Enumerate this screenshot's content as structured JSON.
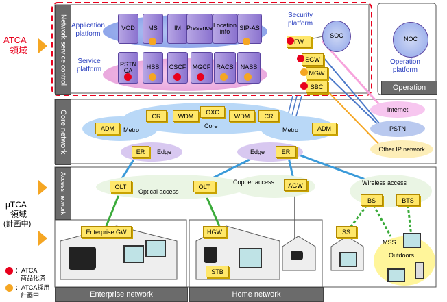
{
  "left_labels": {
    "atca_title": "ATCA",
    "atca_sub": "領域",
    "utca_title": "μTCA",
    "utca_sub1": "領域",
    "utca_sub2": "(計画中)"
  },
  "legend": {
    "red_label_1": "：ATCA",
    "red_label_2": "商品化済",
    "orange_label_1": "：ATCA採用",
    "orange_label_2": "計画中",
    "red_color": "#e8001c",
    "orange_color": "#f5a623"
  },
  "sections": {
    "network_service_control": "Network service control",
    "core_network": "Core network",
    "access_network": "Access network",
    "operation": "Operation",
    "enterprise_network": "Enterprise network",
    "home_network": "Home network"
  },
  "platforms": {
    "application": "Application\nplatform",
    "service": "Service\nplatform",
    "security": "Security\nplatform",
    "operation_platform": "Operation\nplatform"
  },
  "app_nodes": [
    "VOD",
    "MS",
    "IM",
    "Presence",
    "Location\ninfo",
    "SIP-AS"
  ],
  "service_nodes": [
    "PSTN\nCA",
    "HSS",
    "CSCF",
    "MGCF",
    "RACS",
    "NASS"
  ],
  "security_nodes": [
    "FW",
    "SGW",
    "MGW",
    "SBC"
  ],
  "soc": "SOC",
  "noc": "NOC",
  "core": {
    "cr_left": "CR",
    "wdm_left": "WDM",
    "oxc": "OXC",
    "core_label": "Core",
    "wdm_right": "WDM",
    "cr_right": "CR",
    "adm_left": "ADM",
    "metro_left": "Metro",
    "metro_right": "Metro",
    "adm_right": "ADM",
    "er_left": "ER",
    "edge_left": "Edge",
    "edge_right": "Edge",
    "er_right": "ER"
  },
  "external_networks": [
    "Internet",
    "PSTN",
    "Other IP network"
  ],
  "access": {
    "olt_left": "OLT",
    "optical_access": "Optical access",
    "olt_right": "OLT",
    "copper_access": "Copper access",
    "agw": "AGW",
    "wireless_access": "Wireless access",
    "bs": "BS",
    "bts": "BTS"
  },
  "endpoints": {
    "enterprise_gw": "Enterprise GW",
    "hgw": "HGW",
    "stb": "STB",
    "ss": "SS",
    "mss": "MSS",
    "outdoors": "Outdoors"
  }
}
